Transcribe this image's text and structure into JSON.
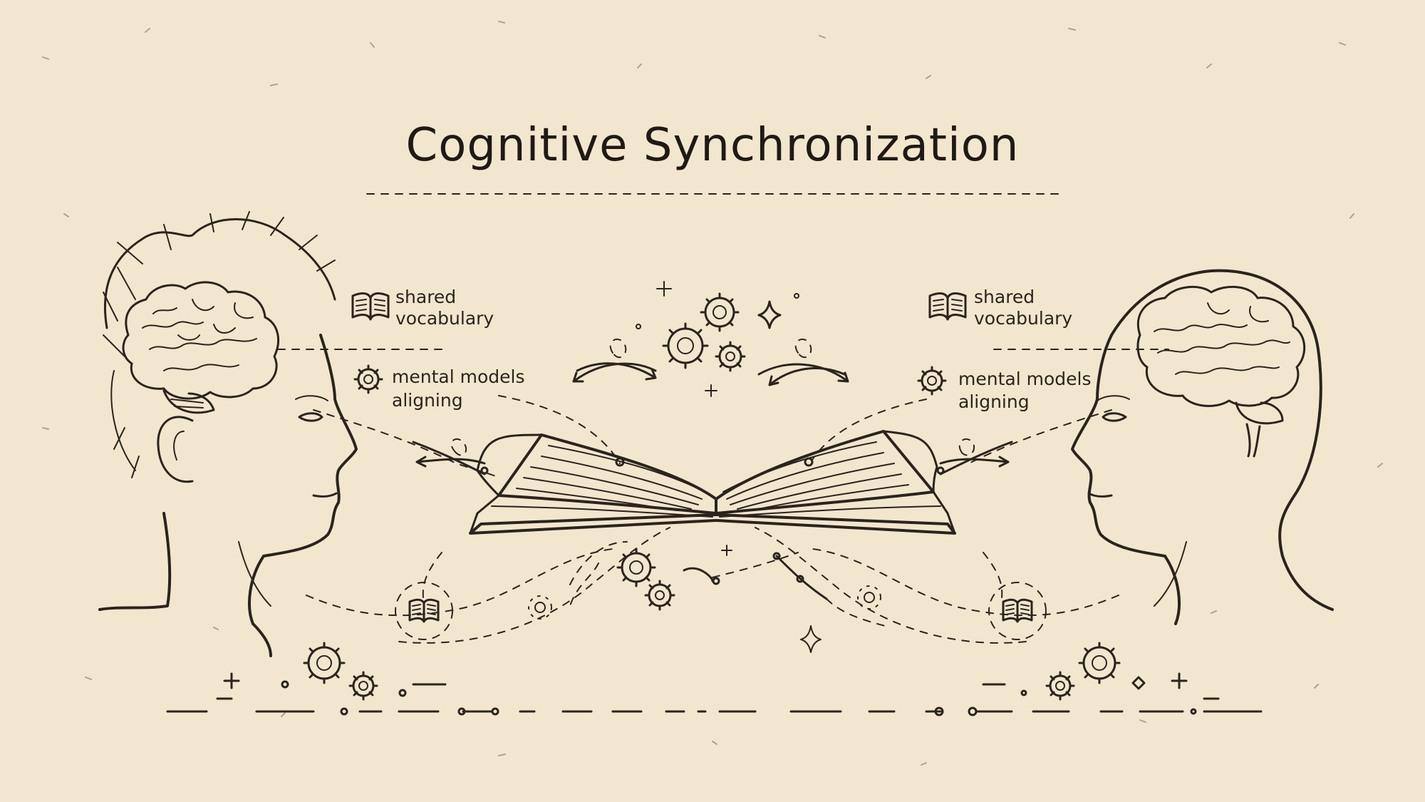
{
  "title": "Cognitive Synchronization",
  "colors": {
    "paper": "#f3e6cf",
    "ink": "#2a241d"
  },
  "icons": [
    "book-icon",
    "gear-icon",
    "brain-icon",
    "open-book-icon",
    "sparkle-icon"
  ],
  "left_annotations": {
    "shared_line1": "shared",
    "shared_line2": "vocabulary",
    "mental_line1": "mental models",
    "mental_line2": "aligning"
  },
  "right_annotations": {
    "shared_line1": "shared",
    "shared_line2": "vocabulary",
    "mental_line1": "mental models",
    "mental_line2": "aligning"
  }
}
